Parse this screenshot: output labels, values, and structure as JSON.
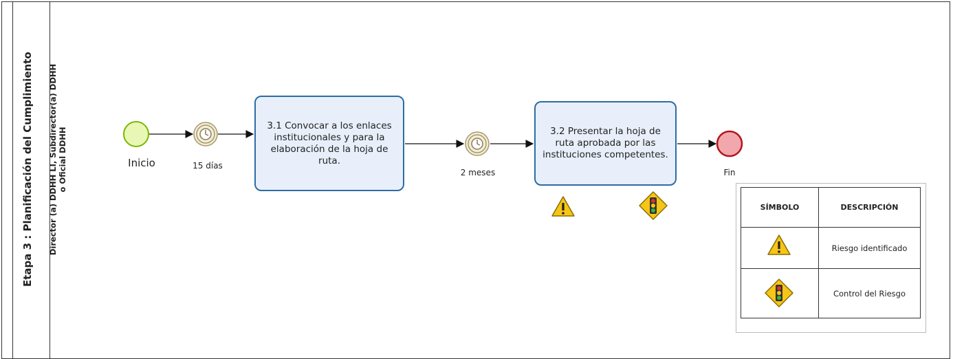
{
  "pool": {
    "title": "Etapa 3 : Planificación del Cumplimiento"
  },
  "lane": {
    "title_line1": "Director (a) DDHH LI, Subdirector(a) DDHH",
    "title_line2": "o Oficial DDHH"
  },
  "events": {
    "start": {
      "label": "Inicio",
      "color": "#e9f7b5",
      "stroke": "#7ab800"
    },
    "timer1": {
      "label": "15 días"
    },
    "timer2": {
      "label": "2 meses"
    },
    "end": {
      "label": "Fin",
      "color": "#f2a7ad",
      "stroke": "#b1161c"
    }
  },
  "tasks": [
    {
      "text": "3.1 Convocar a los enlaces\ninstitucionales y  para la\nelaboración de la hoja de\nruta."
    },
    {
      "text": "3.2 Presentar la hoja de\nruta aprobada por las\ninstituciones competentes."
    }
  ],
  "icons": {
    "risk": "warning-triangle-icon",
    "control": "traffic-light-icon"
  },
  "legend": {
    "col_symbol": "SÍMBOLO",
    "col_description": "DESCRIPCIÓN",
    "rows": [
      {
        "icon": "warning-triangle-icon",
        "description": "Riesgo identificado"
      },
      {
        "icon": "traffic-light-icon",
        "description": "Control del Riesgo"
      }
    ]
  },
  "colors": {
    "task_border": "#2b6da3",
    "task_fill": "#e8effa",
    "warning": "#f5c518",
    "timer": "#c8b98a"
  }
}
